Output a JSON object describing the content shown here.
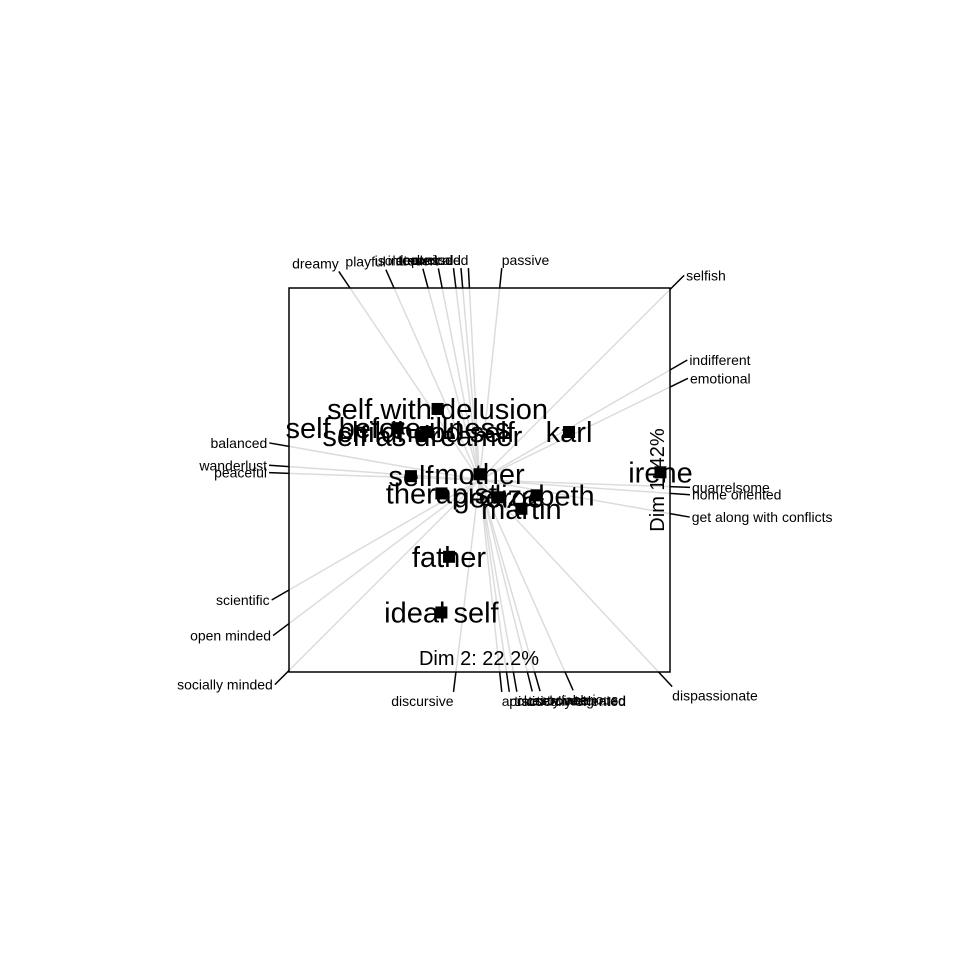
{
  "chart_data": {
    "type": "scatter",
    "title": "",
    "xlabel": "Dim 2: 22.2%",
    "ylabel": "Dim 1: 42%",
    "xlim": [
      -1,
      1
    ],
    "ylim": [
      -1,
      1
    ],
    "grid": false,
    "points": [
      {
        "name": "self with delusion",
        "x": -0.22,
        "y": 0.37
      },
      {
        "name": "self before illness",
        "x": -0.43,
        "y": 0.27
      },
      {
        "name": "childhood self",
        "x": -0.28,
        "y": 0.25
      },
      {
        "name": "self as dreamer",
        "x": -0.3,
        "y": 0.23
      },
      {
        "name": "karl",
        "x": 0.47,
        "y": 0.25
      },
      {
        "name": "self",
        "x": -0.36,
        "y": 0.02
      },
      {
        "name": "mother",
        "x": 0,
        "y": 0.03
      },
      {
        "name": "irene",
        "x": 0.95,
        "y": 0.04
      },
      {
        "name": "george",
        "x": 0.1,
        "y": -0.09
      },
      {
        "name": "therapist",
        "x": -0.2,
        "y": -0.07
      },
      {
        "name": "elizabeth",
        "x": 0.3,
        "y": -0.08
      },
      {
        "name": "martin",
        "x": 0.22,
        "y": -0.15
      },
      {
        "name": "father",
        "x": -0.16,
        "y": -0.4
      },
      {
        "name": "ideal self",
        "x": -0.2,
        "y": -0.69
      }
    ],
    "constructs": [
      {
        "label": "introvert",
        "angle": 101
      },
      {
        "label": "technical",
        "angle": 97
      },
      {
        "label": "depressed",
        "angle": 95
      },
      {
        "label": "excluded",
        "angle": 93
      },
      {
        "label": "dreamy",
        "angle": 124
      },
      {
        "label": "playful",
        "angle": 114
      },
      {
        "label": "isolated",
        "angle": 105
      },
      {
        "label": "passive",
        "angle": 84
      },
      {
        "label": "selfish",
        "angle": 45
      },
      {
        "label": "indifferent",
        "angle": 30
      },
      {
        "label": "emotional",
        "angle": 26
      },
      {
        "label": "balanced",
        "angle": 170
      },
      {
        "label": "wanderlust",
        "angle": 176
      },
      {
        "label": "peaceful",
        "angle": 178
      },
      {
        "label": "quarrelsome",
        "angle": 358
      },
      {
        "label": "home oriented",
        "angle": 356
      },
      {
        "label": "get along with conflicts",
        "angle": 350
      },
      {
        "label": "scientific",
        "angle": 210
      },
      {
        "label": "open minded",
        "angle": 217
      },
      {
        "label": "socially minded",
        "angle": 225
      },
      {
        "label": "discursive",
        "angle": 263
      },
      {
        "label": "artistic",
        "angle": 276
      },
      {
        "label": "practically oriented",
        "angle": 278
      },
      {
        "label": "closely integrated",
        "angle": 280
      },
      {
        "label": "extrovert",
        "angle": 284
      },
      {
        "label": "sociable",
        "angle": 286
      },
      {
        "label": "serious",
        "angle": 294
      },
      {
        "label": "dispassionate",
        "angle": 313
      }
    ]
  }
}
